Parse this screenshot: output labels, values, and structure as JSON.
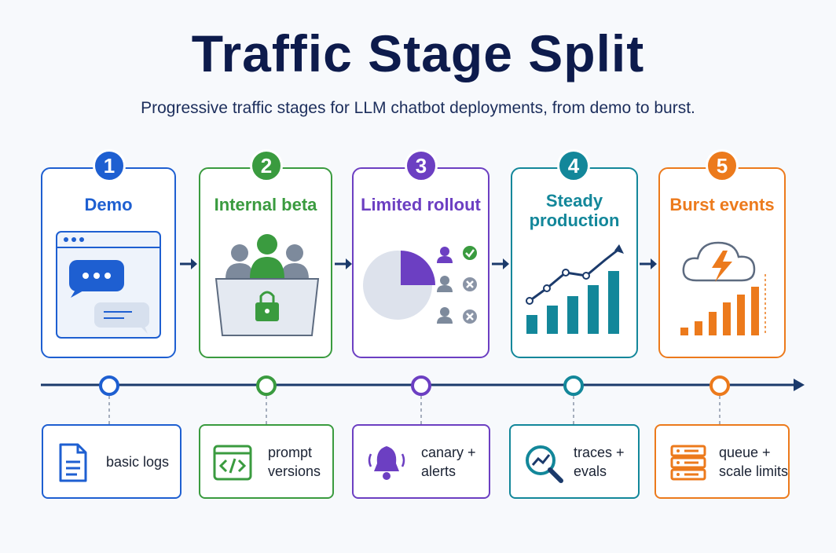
{
  "title": "Traffic Stage Split",
  "subtitle": "Progressive traffic stages for LLM chatbot deployments, from demo to burst.",
  "stages": [
    {
      "number": "1",
      "label": "Demo",
      "color": "#1e5fd1",
      "icon": "chat-window-icon",
      "tool": "basic logs",
      "tool_icon": "document-icon"
    },
    {
      "number": "2",
      "label": "Internal beta",
      "color": "#3a9b3f",
      "icon": "team-lock-icon",
      "tool": "prompt\nversions",
      "tool_icon": "code-window-icon"
    },
    {
      "number": "3",
      "label": "Limited rollout",
      "color": "#6c3fc2",
      "icon": "pie-users-icon",
      "tool": "canary +\nalerts",
      "tool_icon": "bell-icon"
    },
    {
      "number": "4",
      "label": "Steady\nproduction",
      "color": "#13879a",
      "icon": "growth-chart-icon",
      "tool": "traces +\nevals",
      "tool_icon": "magnifier-chart-icon"
    },
    {
      "number": "5",
      "label": "Burst events",
      "color": "#ec7a1c",
      "icon": "cloud-bolt-bars-icon",
      "tool": "queue +\nscale limits",
      "tool_icon": "server-stack-icon"
    }
  ],
  "timeline_color": "#1b3a6b"
}
